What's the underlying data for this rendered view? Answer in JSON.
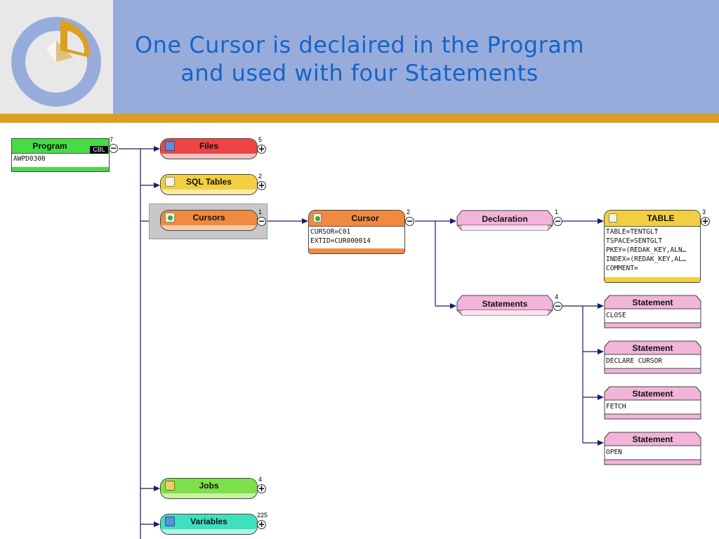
{
  "header": {
    "title_line1": "One Cursor is declaired in the Program",
    "title_line2": "and used with four Statements"
  },
  "colors": {
    "header_bg": "#98acdc",
    "stripe": "#dba020",
    "title": "#1464c8",
    "program": "#44dd44",
    "files": "#ee4444",
    "sql_tables": "#f2cf40",
    "cursors": "#ef8a40",
    "jobs": "#7ee04a",
    "variables": "#3ee0c0",
    "pink": "#f2b4d8"
  },
  "diagram": {
    "program": {
      "label": "Program",
      "tag": "CBL",
      "value": "AWPD0300",
      "count": "7"
    },
    "files": {
      "label": "Files",
      "count": "5"
    },
    "sql_tables": {
      "label": "SQL Tables",
      "count": "2"
    },
    "cursors": {
      "label": "Cursors",
      "count": "1"
    },
    "cursor": {
      "label": "Cursor",
      "lines": [
        "CURSOR=C01",
        "EXTID=CUR000014"
      ],
      "count": "2"
    },
    "declaration": {
      "label": "Declaration",
      "count": "1"
    },
    "table": {
      "label": "TABLE",
      "count": "3",
      "lines": [
        "TABLE=TENTGLT",
        "TSPACE=SENTGLT",
        "PKEY=(REDAK_KEY,ALN…",
        "INDEX=(REDAK_KEY,AL…",
        "COMMENT="
      ]
    },
    "statements": {
      "label": "Statements",
      "count": "4"
    },
    "statement_items": [
      {
        "label": "Statement",
        "value": "CLOSE"
      },
      {
        "label": "Statement",
        "value": "DECLARE CURSOR"
      },
      {
        "label": "Statement",
        "value": "FETCH"
      },
      {
        "label": "Statement",
        "value": "OPEN"
      }
    ],
    "jobs": {
      "label": "Jobs",
      "count": "4"
    },
    "variables": {
      "label": "Variables",
      "count": "225"
    },
    "toggle_minus": "−",
    "toggle_plus": "+"
  }
}
